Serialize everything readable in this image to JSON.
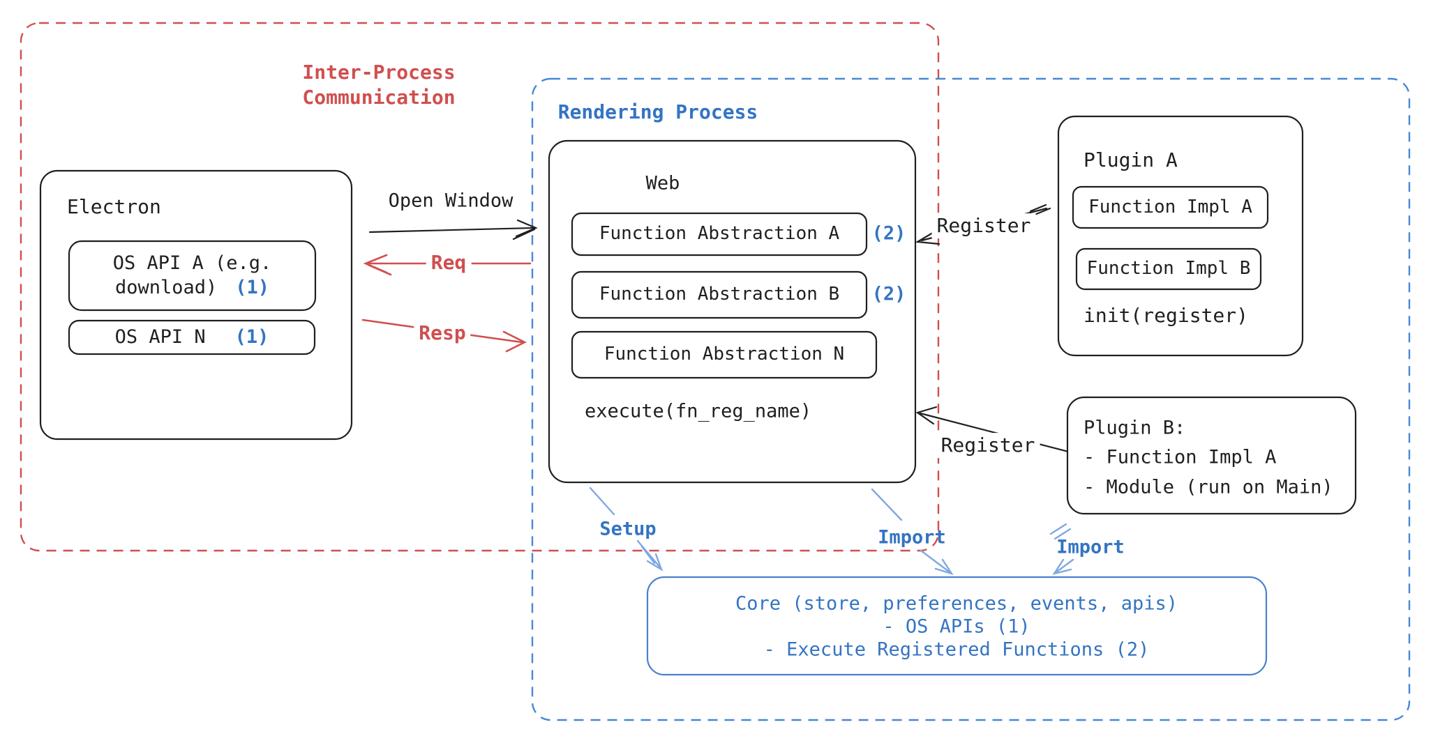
{
  "ipc_region": {
    "title_line1": "Inter-Process",
    "title_line2": "Communication"
  },
  "rendering_region": {
    "title": "Rendering Process"
  },
  "electron": {
    "title": "Electron",
    "os_api_a": {
      "line1": "OS API A (e.g.",
      "line2": "download)",
      "badge": "(1)"
    },
    "os_api_n": {
      "label": "OS API N",
      "badge": "(1)"
    }
  },
  "web": {
    "title": "Web",
    "fn_abs_a": {
      "label": "Function Abstraction A",
      "badge": "(2)"
    },
    "fn_abs_b": {
      "label": "Function Abstraction B",
      "badge": "(2)"
    },
    "fn_abs_n": {
      "label": "Function Abstraction N"
    },
    "execute": "execute(fn_reg_name)"
  },
  "plugin_a": {
    "title": "Plugin A",
    "impl_a": "Function Impl A",
    "impl_b": "Function Impl B",
    "init": "init(register)"
  },
  "plugin_b": {
    "title": "Plugin B:",
    "item1": "- Function Impl A",
    "item2": "- Module (run on Main)"
  },
  "core": {
    "line1": "Core (store, preferences, events, apis)",
    "line2": "- OS APIs (1)",
    "line3": "- Execute Registered Functions (2)"
  },
  "arrows": {
    "open_window": "Open Window",
    "req": "Req",
    "resp": "Resp",
    "register_a": "Register",
    "register_b": "Register",
    "setup": "Setup",
    "import_web": "Import",
    "import_plugin": "Import"
  },
  "colors": {
    "ink": "#1f1f1f",
    "red": "#d04f4f",
    "blue": "#3474c2",
    "blue_dash": "#4688d8",
    "blue_arrow": "#7fa8e0",
    "core_border": "#4a80cc"
  }
}
